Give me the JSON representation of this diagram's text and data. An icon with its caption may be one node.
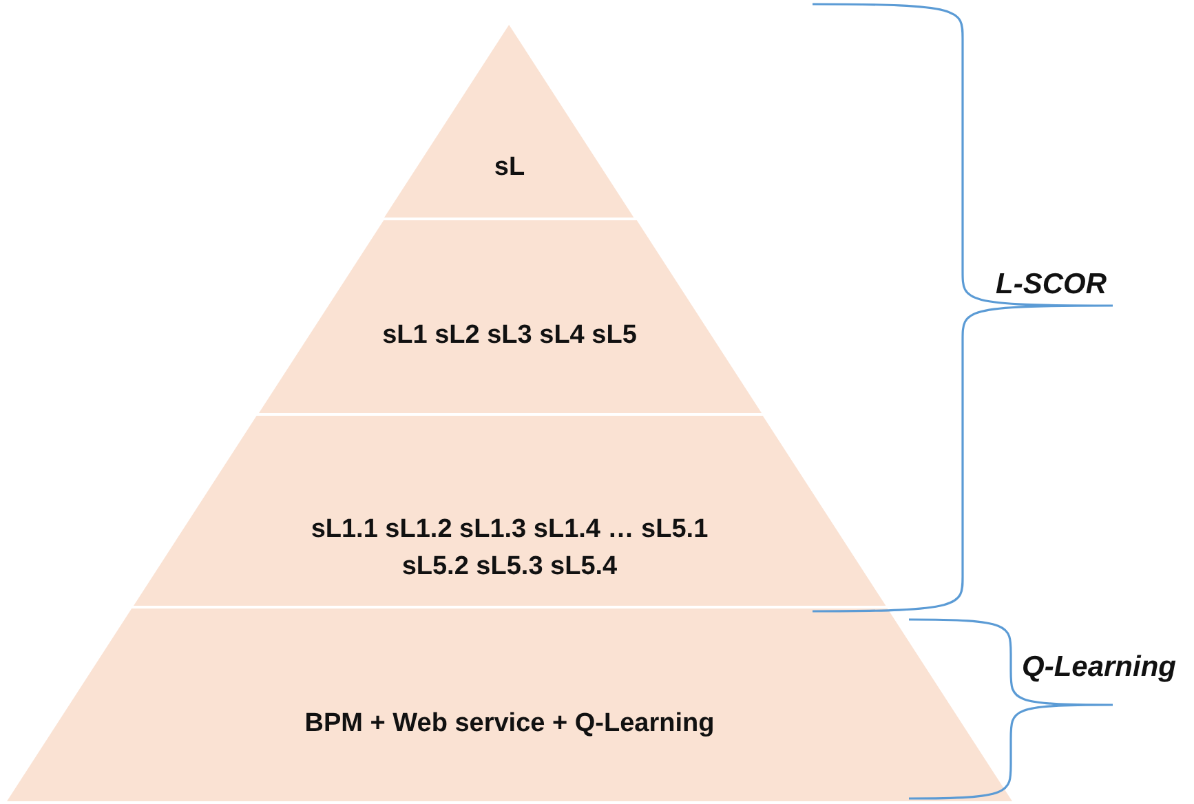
{
  "diagram": {
    "nodes": [
      {
        "text": [
          "sL"
        ]
      },
      {
        "text": [
          "sL1 sL2 sL3 sL4 sL5"
        ]
      },
      {
        "text": [
          "sL1.1 sL1.2 sL1.3 sL1.4 … sL5.1 sL5.2 sL5.3 sL5.4"
        ]
      },
      {
        "text": [
          "BPM + Web service + Q-Learning"
        ]
      }
    ],
    "labels": [
      "L-SCOR",
      "Q-Learning"
    ]
  }
}
